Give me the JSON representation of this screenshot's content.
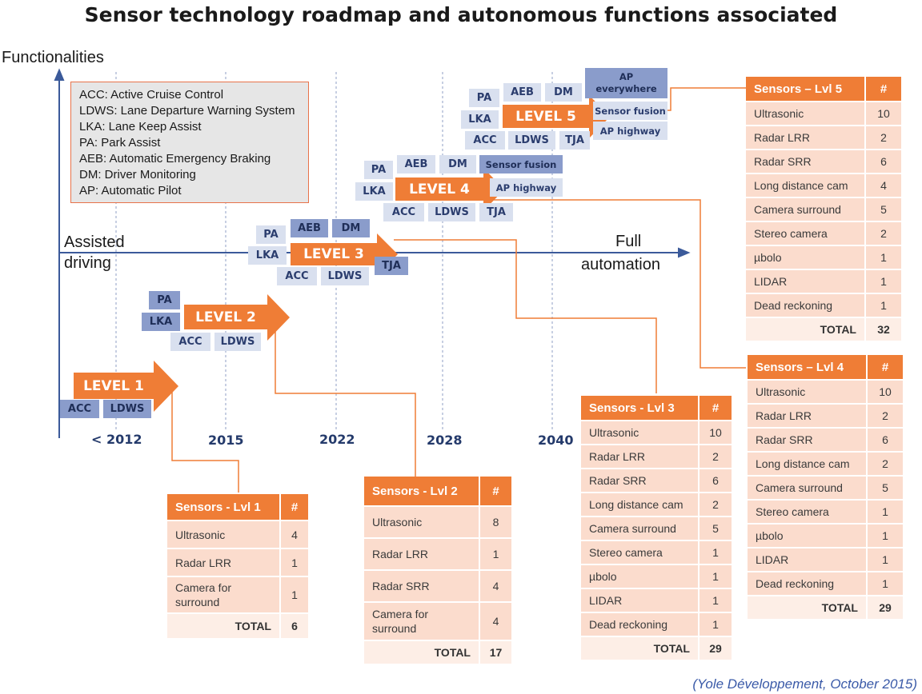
{
  "title": "Sensor technology roadmap and autonomous functions associated",
  "axis": {
    "y_label": "Functionalities",
    "x_left_label": [
      "Assisted",
      "driving"
    ],
    "x_right_label": [
      "Full",
      "automation"
    ],
    "years": [
      "< 2012",
      "2015",
      "2022",
      "2028",
      "2040"
    ]
  },
  "legend": [
    "ACC: Active Cruise Control",
    "LDWS: Lane Departure Warning System",
    "LKA: Lane Keep Assist",
    "PA: Park Assist",
    "AEB: Automatic Emergency Braking",
    "DM: Driver Monitoring",
    "AP: Automatic Pilot"
  ],
  "levels": {
    "l1": {
      "label": "LEVEL 1",
      "chips": [
        "ACC",
        "LDWS"
      ]
    },
    "l2": {
      "label": "LEVEL 2",
      "chips": [
        "PA",
        "LKA",
        "ACC",
        "LDWS"
      ]
    },
    "l3": {
      "label": "LEVEL 3",
      "chips": [
        "PA",
        "AEB",
        "DM",
        "LKA",
        "TJA",
        "ACC",
        "LDWS"
      ]
    },
    "l4": {
      "label": "LEVEL 4",
      "chips": [
        "PA",
        "AEB",
        "DM",
        "Sensor fusion",
        "LKA",
        "AP highway",
        "ACC",
        "LDWS",
        "TJA"
      ]
    },
    "l5": {
      "label": "LEVEL 5",
      "chips": [
        "PA",
        "AEB",
        "DM",
        "AP everywhere",
        "LKA",
        "Sensor fusion",
        "ACC",
        "LDWS",
        "TJA",
        "AP highway"
      ]
    }
  },
  "tables": {
    "t1": {
      "header": [
        "Sensors - Lvl 1",
        "#"
      ],
      "rows": [
        [
          "Ultrasonic",
          "4"
        ],
        [
          "Radar LRR",
          "1"
        ],
        [
          "Camera for surround",
          "1"
        ]
      ],
      "total": [
        "TOTAL",
        "6"
      ]
    },
    "t2": {
      "header": [
        "Sensors - Lvl 2",
        "#"
      ],
      "rows": [
        [
          "Ultrasonic",
          "8"
        ],
        [
          "Radar LRR",
          "1"
        ],
        [
          "Radar SRR",
          "4"
        ],
        [
          "Camera for surround",
          "4"
        ]
      ],
      "total": [
        "TOTAL",
        "17"
      ]
    },
    "t3": {
      "header": [
        "Sensors - Lvl 3",
        "#"
      ],
      "rows": [
        [
          "Ultrasonic",
          "10"
        ],
        [
          "Radar LRR",
          "2"
        ],
        [
          "Radar SRR",
          "6"
        ],
        [
          "Long distance cam",
          "2"
        ],
        [
          "Camera surround",
          "5"
        ],
        [
          "Stereo camera",
          "1"
        ],
        [
          "µbolo",
          "1"
        ],
        [
          "LIDAR",
          "1"
        ],
        [
          "Dead reckoning",
          "1"
        ]
      ],
      "total": [
        "TOTAL",
        "29"
      ]
    },
    "t4": {
      "header": [
        "Sensors – Lvl 4",
        "#"
      ],
      "rows": [
        [
          "Ultrasonic",
          "10"
        ],
        [
          "Radar LRR",
          "2"
        ],
        [
          "Radar SRR",
          "6"
        ],
        [
          "Long distance cam",
          "2"
        ],
        [
          "Camera surround",
          "5"
        ],
        [
          "Stereo camera",
          "1"
        ],
        [
          "µbolo",
          "1"
        ],
        [
          "LIDAR",
          "1"
        ],
        [
          "Dead reckoning",
          "1"
        ]
      ],
      "total": [
        "TOTAL",
        "29"
      ]
    },
    "t5": {
      "header": [
        "Sensors – Lvl 5",
        "#"
      ],
      "rows": [
        [
          "Ultrasonic",
          "10"
        ],
        [
          "Radar LRR",
          "2"
        ],
        [
          "Radar SRR",
          "6"
        ],
        [
          "Long distance cam",
          "4"
        ],
        [
          "Camera surround",
          "5"
        ],
        [
          "Stereo camera",
          "2"
        ],
        [
          "µbolo",
          "1"
        ],
        [
          "LIDAR",
          "1"
        ],
        [
          "Dead reckoning",
          "1"
        ]
      ],
      "total": [
        "TOTAL",
        "32"
      ]
    }
  },
  "source": "(Yole Développement, October 2015)",
  "colors": {
    "accent": "#ef7d36",
    "chip_light": "#d9e0ef",
    "chip_dark": "#8a9ccb",
    "axis": "#3b5a9a"
  }
}
